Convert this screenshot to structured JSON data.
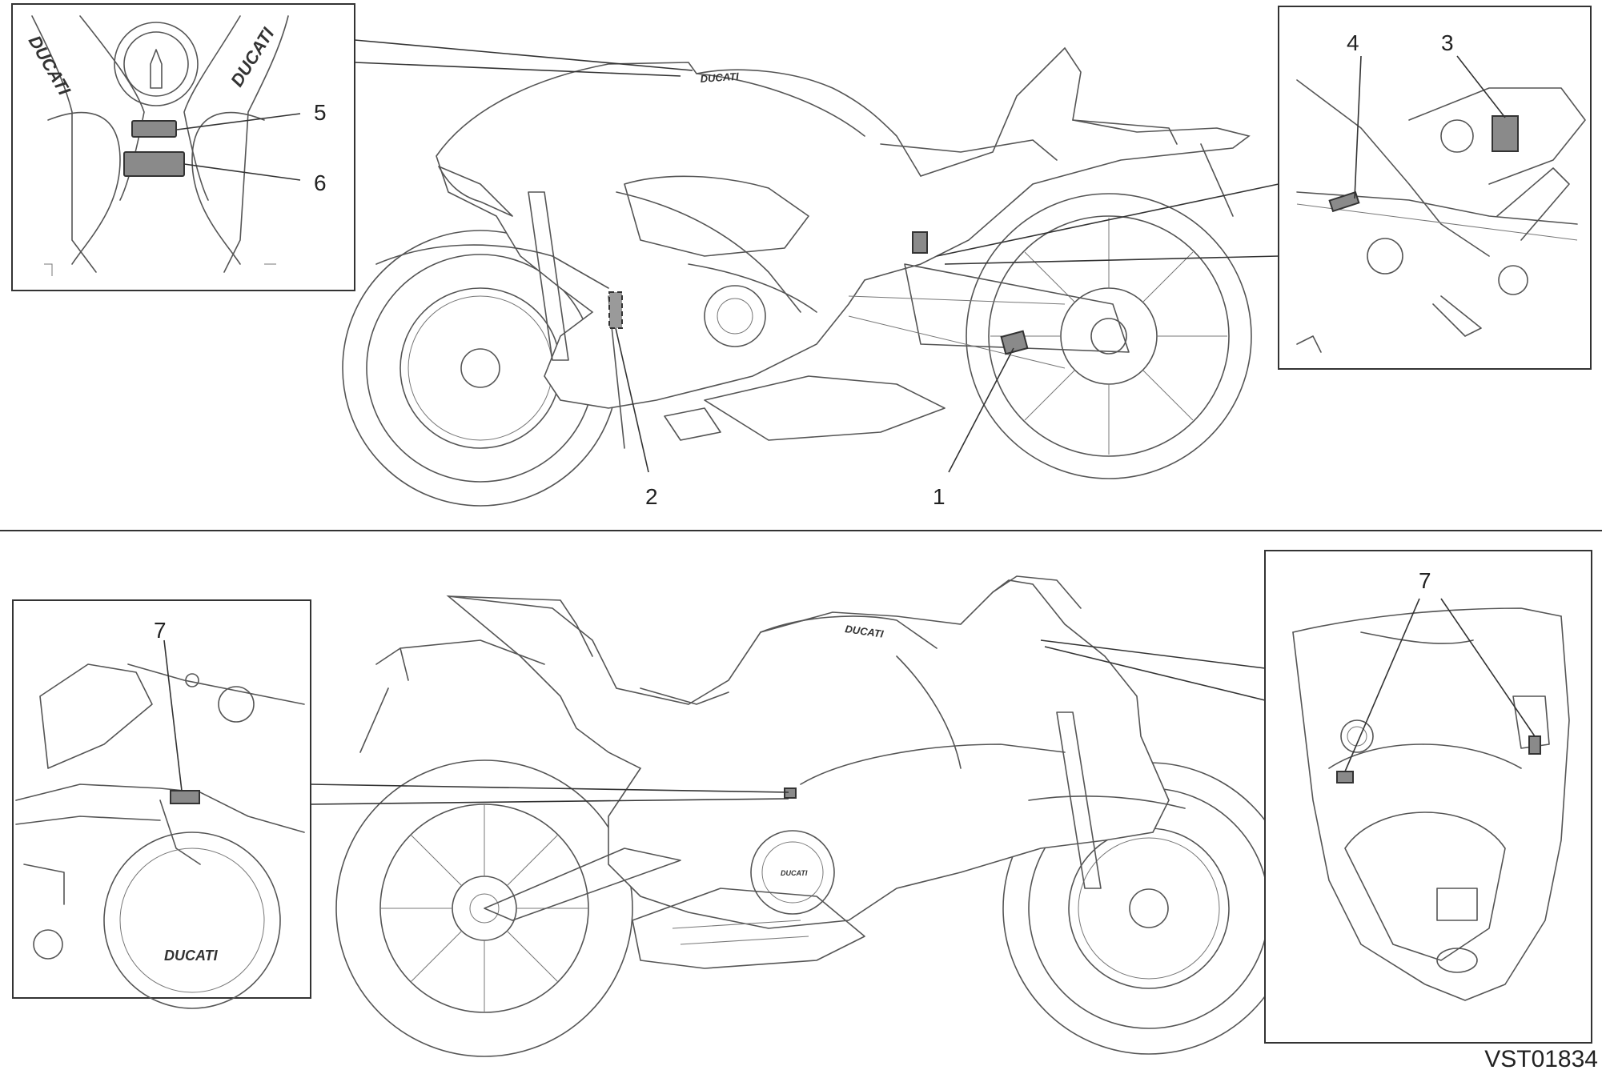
{
  "figure": {
    "reference_code": "VST01834"
  },
  "brand": {
    "logo_text": "DUCATI"
  },
  "callouts": {
    "c1": "1",
    "c2": "2",
    "c3": "3",
    "c4": "4",
    "c5": "5",
    "c6": "6",
    "c7_left": "7",
    "c7_right": "7"
  },
  "colors": {
    "line": "#555555",
    "label_fill": "#8a8a8a",
    "frame": "#333333"
  }
}
